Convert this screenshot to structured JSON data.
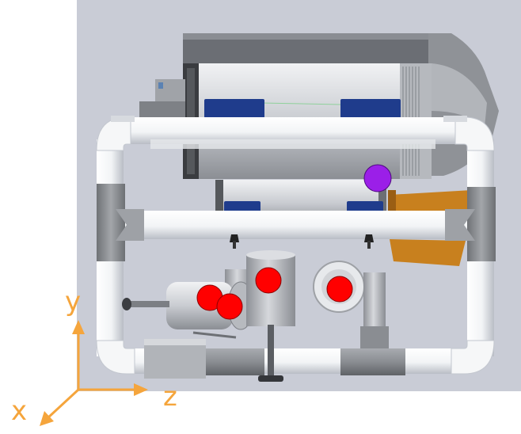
{
  "axes": {
    "y_label": "y",
    "z_label": "z",
    "x_label": "x",
    "color": "#f5a53c"
  },
  "colors": {
    "background": "#c9ccd6",
    "pipe_white": "#f4f6f8",
    "pipe_shadow": "#c3c7cf",
    "connector_grey": "#8f9296",
    "housing_grey": "#a9acb2",
    "housing_light": "#dfe1e4",
    "blue_clamp": "#1f3c8c",
    "amber_panel": "#c8801e",
    "marker_red": "#ff0000",
    "marker_purple": "#9b1fe8"
  },
  "markers": {
    "red_count": 4,
    "purple_count": 1
  }
}
